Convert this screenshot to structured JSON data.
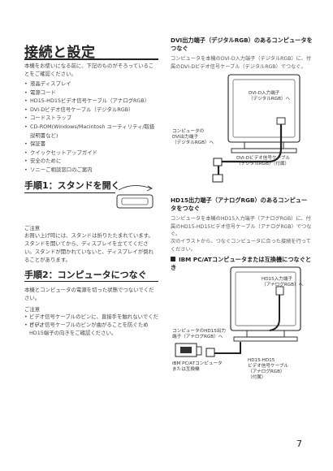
{
  "title": "接続と設定",
  "intro": "本機をお使いになる前に、下記のものがそろっていることをご確認ください。",
  "checklist": [
    "液晶ディスプレイ",
    "電源コード",
    "HD15-HD15ビデオ信号ケーブル（アナログRGB）",
    "DVI-Dビデオ信号ケーブル（デジタルRGB）",
    "コードストラップ",
    "CD-ROM(Windows/Macintosh ユーティリティ/取扱説明書など)",
    "保証書",
    "クイックセットアップガイド",
    "安全のために",
    "ソニーご相談窓口のご案内"
  ],
  "step1": {
    "heading": "手順1：スタンドを開く",
    "note_title": "ご注意",
    "note": "お買い上げ時には、スタンドは折りたたまれています。スタンドを開いてから、ディスプレイを立ててください。スタンドが開かれていないと、ディスプレイが倒れることがあります。"
  },
  "step2": {
    "heading": "手順2：コンピュータにつなぐ",
    "body": "本機とコンピュータの電源を切った状態でつないでください。",
    "note_title": "ご注意",
    "notes": [
      "ビデオ信号ケーブルのピンに、直接手を触れないでください。",
      "ビデオ信号ケーブルのピンが曲がることを防ぐため HD15端子の向きをご確認ください。"
    ]
  },
  "dvi_section": {
    "heading": "DVI出力端子（デジタルRGB）のあるコンピュータをつなぐ",
    "body": "コンピュータを本機のDVI-D入力端子（デジタルRGB）に、付属のDVI-Dビデオ信号ケーブル（デジタルRGB）でつなぐ。",
    "labels": {
      "input_terminal": "DVI-D入力端子\n（デジタルRGB）へ",
      "computer_output": "コンピュータの\nDVI出力端子\n（デジタルRGB）へ",
      "cable": "DVI-Dビデオ信号ケーブル\n（デジタルRGB）（付属）"
    }
  },
  "hd15_section": {
    "heading": "HD15出力端子（アナログRGB）のあるコンピュータをつなぐ",
    "body": "コンピュータを本機のHD15入力端子（アナログRGB）に、付属のHD15-HD15ビデオ信号ケーブル（アナログRGB）でつなぐ。",
    "body2": "次のイラストから、つなぐコンピュータに合った接続を行ってください。",
    "subheading": "IBM PC/ATコンピュータまたは互換機につなぐとき",
    "labels": {
      "input_terminal": "HD15入力端子\n（アナログRGB）へ",
      "computer_output": "コンピュータのHD15出力\n端子（アナログRGB）へ",
      "computer_name": "IBM PC/ATコンピュータ\nまたは互換機",
      "cable": "HD15-HD15\nビデオ信号ケーブル\n（アナログRGB）\n（付属）"
    }
  },
  "page_number": "7"
}
